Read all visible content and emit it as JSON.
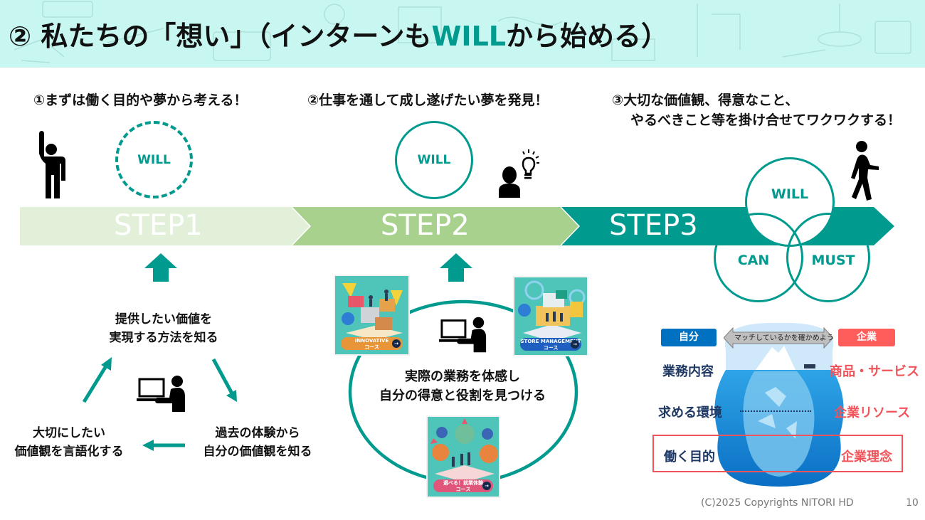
{
  "slide": {
    "title_prefix": "② 私たちの「想い」（インターンも",
    "title_accent": "WILL",
    "title_suffix": "から始める）",
    "page_number": "10",
    "copyright": "(C)2025 Copyrights NITORI  HD",
    "colors": {
      "accent": "#009a8e",
      "header_bg": "#c8f7f1",
      "step1": "#e2f0d9",
      "step2": "#a9d18e",
      "step3": "#009a8e",
      "self_tag": "#0070c0",
      "company_tag": "#ff5c5c",
      "company_text": "#f0545a",
      "self_text": "#1f3864"
    }
  },
  "steps": [
    {
      "label": "STEP1",
      "heading": "①まずは働く目的や夢から考える！",
      "circle_label": "WILL",
      "circle_style": "dashed",
      "icon": "person-raising-hand-icon"
    },
    {
      "label": "STEP2",
      "heading": "②仕事を通して成し遂げたい夢を発見！",
      "circle_label": "WILL",
      "circle_style": "solid",
      "icon": "person-idea-lightbulb-icon"
    },
    {
      "label": "STEP3",
      "heading_line1": "③大切な価値観、得意なこと、",
      "heading_line2": "やるべきこと等を掛け合せてワクワクする！",
      "venn": [
        "WILL",
        "CAN",
        "MUST"
      ],
      "icon": "person-walking-icon"
    }
  ],
  "cycle": {
    "top_line1": "提供したい価値を",
    "top_line2": "実現する方法を知る",
    "right_line1": "過去の体験から",
    "right_line2": "自分の価値観を知る",
    "left_line1": "大切にしたい",
    "left_line2": "価値観を言語化する"
  },
  "courses": {
    "center_line1": "実際の業務を体感し",
    "center_line2": "自分の得意と役割を見つける",
    "items": [
      {
        "name": "INNOVATIVE",
        "sub": "コース",
        "pill_color": "#e8953a"
      },
      {
        "name": "STORE MANAGEMENT",
        "sub": "コース",
        "pill_color": "#1f5fbf"
      },
      {
        "name": "選べる！就業体験",
        "sub": "コース",
        "pill_color": "#e0567a"
      }
    ]
  },
  "iceberg": {
    "self_tag": "自分",
    "company_tag": "企業",
    "match_text": "マッチしているかを確かめよう",
    "rows": [
      {
        "self": "業務内容",
        "company": "商品・サービス"
      },
      {
        "self": "求める環境",
        "company": "企業リソース"
      },
      {
        "self": "働く目的",
        "company": "企業理念",
        "highlight": true
      }
    ]
  }
}
